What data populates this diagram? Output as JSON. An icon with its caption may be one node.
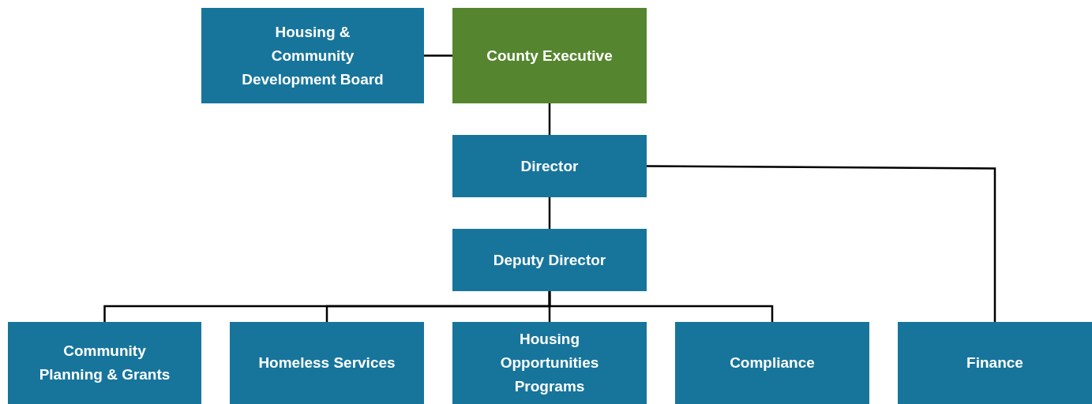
{
  "diagram": {
    "nodes": [
      {
        "text": [
          "Housing & Community Development Board"
        ]
      },
      {
        "text": [
          "County Executive"
        ]
      },
      {
        "text": [
          "Director"
        ]
      },
      {
        "text": [
          "Deputy Director"
        ]
      },
      {
        "text": [
          "Community Planning & Grants"
        ]
      },
      {
        "text": [
          "Homeless Services"
        ]
      },
      {
        "text": [
          "Housing Opportunities Programs"
        ]
      },
      {
        "text": [
          "Compliance"
        ]
      },
      {
        "text": [
          "Finance"
        ]
      }
    ],
    "edges": [
      {
        "from": 0,
        "to": 1,
        "arrow": "none"
      },
      {
        "from": 1,
        "to": 2,
        "arrow": "none"
      },
      {
        "from": 2,
        "to": 3,
        "arrow": "none"
      },
      {
        "from": 3,
        "to": 4,
        "arrow": "none"
      },
      {
        "from": 3,
        "to": 5,
        "arrow": "none"
      },
      {
        "from": 3,
        "to": 6,
        "arrow": "none"
      },
      {
        "from": 3,
        "to": 7,
        "arrow": "none"
      },
      {
        "from": 2,
        "to": 8,
        "arrow": "none"
      }
    ]
  }
}
